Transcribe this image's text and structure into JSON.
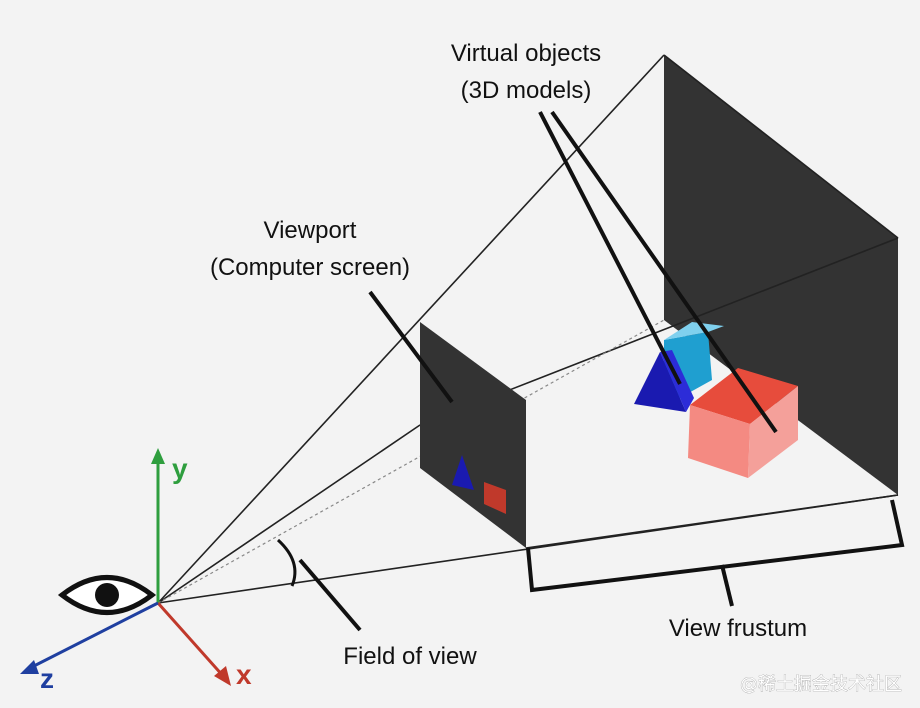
{
  "labels": {
    "virtual_objects_line1": "Virtual objects",
    "virtual_objects_line2": "(3D models)",
    "viewport_line1": "Viewport",
    "viewport_line2": "(Computer screen)",
    "field_of_view": "Field of view",
    "view_frustum": "View frustum"
  },
  "axes": {
    "x": "x",
    "y": "y",
    "z": "z",
    "x_color": "#c0392b",
    "y_color": "#2e9e3e",
    "z_color": "#1f3fa0"
  },
  "colors": {
    "background": "#f3f3f3",
    "screen_panel": "#333333",
    "cube_front": "#f08a84",
    "cube_top": "#e74c3c",
    "prism_blue": "#1a1ab0",
    "prism_teal": "#1f9fd0"
  },
  "icons": {
    "eye": "eye-icon"
  },
  "watermark": "@稀土掘金技术社区"
}
